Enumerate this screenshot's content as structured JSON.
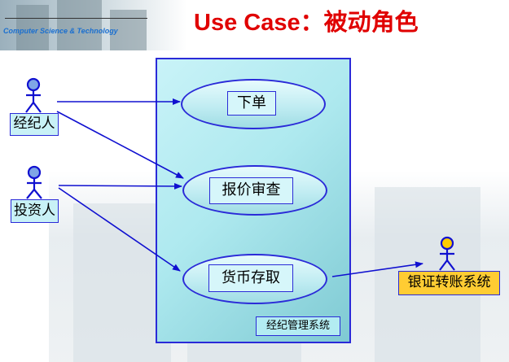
{
  "header": {
    "caption": "Computer Science & Technology",
    "title": "Use Case：被动角色"
  },
  "system": {
    "label": "经纪管理系统"
  },
  "actors": [
    {
      "label": "经纪人",
      "kind": "active"
    },
    {
      "label": "投资人",
      "kind": "active"
    },
    {
      "label": "银证转账系统",
      "kind": "passive"
    }
  ],
  "use_cases": [
    {
      "label": "下单"
    },
    {
      "label": "报价审查"
    },
    {
      "label": "货币存取"
    }
  ],
  "associations": [
    {
      "from": "经纪人",
      "to": "下单"
    },
    {
      "from": "经纪人",
      "to": "报价审查"
    },
    {
      "from": "投资人",
      "to": "报价审查"
    },
    {
      "from": "投资人",
      "to": "货币存取"
    },
    {
      "from": "货币存取",
      "to": "银证转账系统"
    }
  ],
  "colors": {
    "title": "#e00000",
    "line": "#1010d0",
    "system_fill": "#aee9ef",
    "passive_actor_fill": "#ffcc33",
    "active_actor_head": "#7fa6e6",
    "passive_actor_head": "#ffcc00"
  }
}
